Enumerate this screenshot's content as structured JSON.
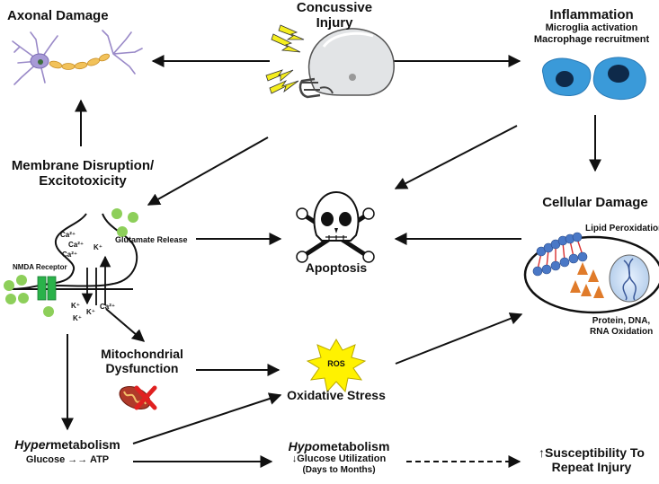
{
  "nodes": {
    "axonal_damage": "Axonal Damage",
    "concussive_injury": [
      "Concussive",
      "Injury"
    ],
    "inflammation": {
      "title": "Inflammation",
      "line1": "Microglia activation",
      "line2": "Macrophage recruitment"
    },
    "membrane_disruption": [
      "Membrane Disruption/",
      "Excitotoxicity"
    ],
    "cellular_damage": "Cellular Damage",
    "lipid_peroxidation": "Lipid Peroxidation",
    "protein_oxidation": [
      "Protein, DNA,",
      "RNA Oxidation"
    ],
    "apoptosis": "Apoptosis",
    "glutamate_release": "Glutamate Release",
    "nmda_receptor": "NMDA Receptor",
    "mitochondrial": [
      "Mitochondrial",
      "Dysfunction"
    ],
    "ros": "ROS",
    "oxidative_stress": "Oxidative Stress",
    "hypermetabolism": {
      "prefix": "Hyper",
      "suffix": "metabolism",
      "sub": "Glucose →→ ATP"
    },
    "hypometabolism": {
      "prefix": "Hypo",
      "suffix": "metabolism",
      "sub1": "↓Glucose Utilization",
      "sub2": "(Days to Months)"
    },
    "susceptibility": [
      "↑Susceptibility To",
      "Repeat Injury"
    ]
  },
  "ions": {
    "ca1": "Ca²⁺",
    "ca2": "Ca²⁺",
    "ca3": "Ca²⁺",
    "k_top": "K⁺",
    "k1": "K⁺",
    "k2": "K⁺",
    "k3": "K⁺",
    "ca_bottom": "Ca²⁺"
  },
  "colors": {
    "arrow": "#111111",
    "cell_fill": "#3a9ad9",
    "nucleus": "#0e2a4a",
    "green_dot": "#8dcf5a",
    "nmda": "#2ab24a",
    "ros_star": "#fff200",
    "lightning": "#f5ee1e",
    "triangle": "#e07b2a",
    "lipid_blue": "#4a78c6",
    "lipid_red": "#d93030",
    "x_red": "#e02020",
    "neuron": "#9a8ac8",
    "axon": "#f2c25a"
  }
}
